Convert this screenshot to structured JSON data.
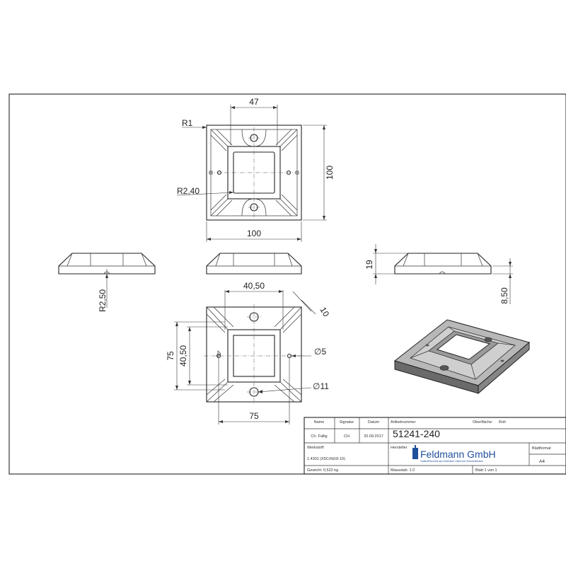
{
  "dimensions": {
    "top_width": "47",
    "corner_radius": "R1",
    "inner_radius": "R2,40",
    "height_right": "100",
    "width_bottom": "100",
    "side_radius": "R2,50",
    "thickness": "19",
    "base_thickness": "8,50",
    "inner_width": "40,50",
    "slot_width": "10",
    "outer_height": "75",
    "inner_height": "40,50",
    "hole_small": "∅5",
    "hole_large": "∅11",
    "outer_width": "75"
  },
  "title_block": {
    "col_name": "Name",
    "col_signature": "Signatur",
    "col_date": "Datum",
    "drawn_name": "Ch. Fallig",
    "drawn_sig": "CH",
    "drawn_date": "20.09.2017",
    "article_label": "Artikelnummer",
    "article_number": "51241-240",
    "surface_label": "Oberfläche:",
    "surface_value": "Roh",
    "material_label": "Werkstoff:",
    "material_value": "1.4301 (X5CrNi18-10)",
    "maker_label": "Hersteller",
    "brand": "Feldmann GmbH",
    "brand_sub": "Geländertechnik aus Edelstahl, Stahl und Schmiedeeisen",
    "format_label": "Blattformat",
    "format_value": "A4",
    "weight": "Gewicht: 0,522 kg",
    "scale": "Massstab: 1:2",
    "sheet": "Blatt 1 von 1"
  }
}
